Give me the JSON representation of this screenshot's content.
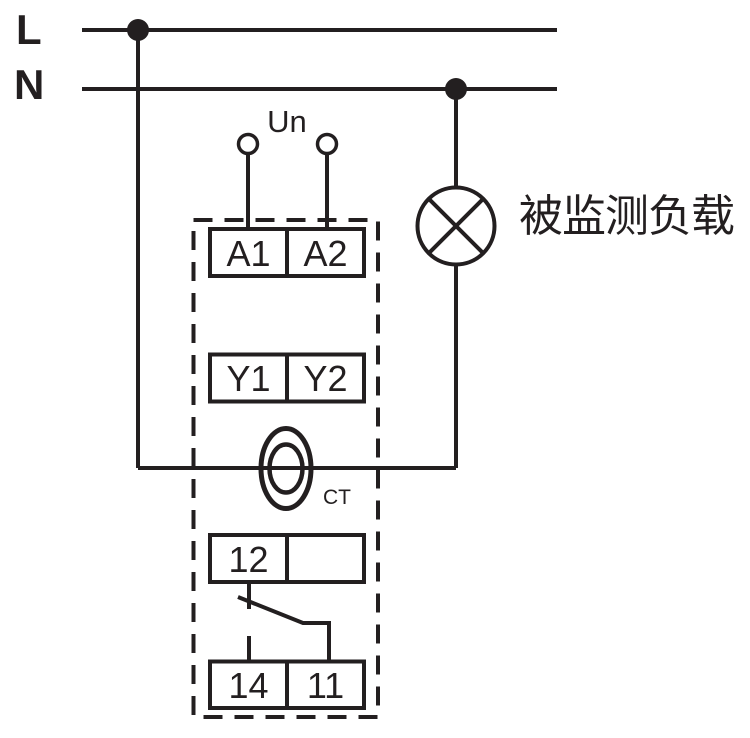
{
  "diagram": {
    "type": "wiring-diagram",
    "colors": {
      "ink": "#231f20",
      "background": "#ffffff"
    },
    "power": {
      "live_label": "L",
      "neutral_label": "N"
    },
    "supply": {
      "label": "Un"
    },
    "device": {
      "terminals": {
        "a1": "A1",
        "a2": "A2",
        "y1": "Y1",
        "y2": "Y2",
        "nc": "12",
        "no": "14",
        "common": "11"
      },
      "ct_label": "CT"
    },
    "load": {
      "label": "被监测负载"
    },
    "icons": {
      "lamp": "lamp-load-icon",
      "ct": "current-transformer-icon",
      "junction": "junction-dot"
    }
  }
}
